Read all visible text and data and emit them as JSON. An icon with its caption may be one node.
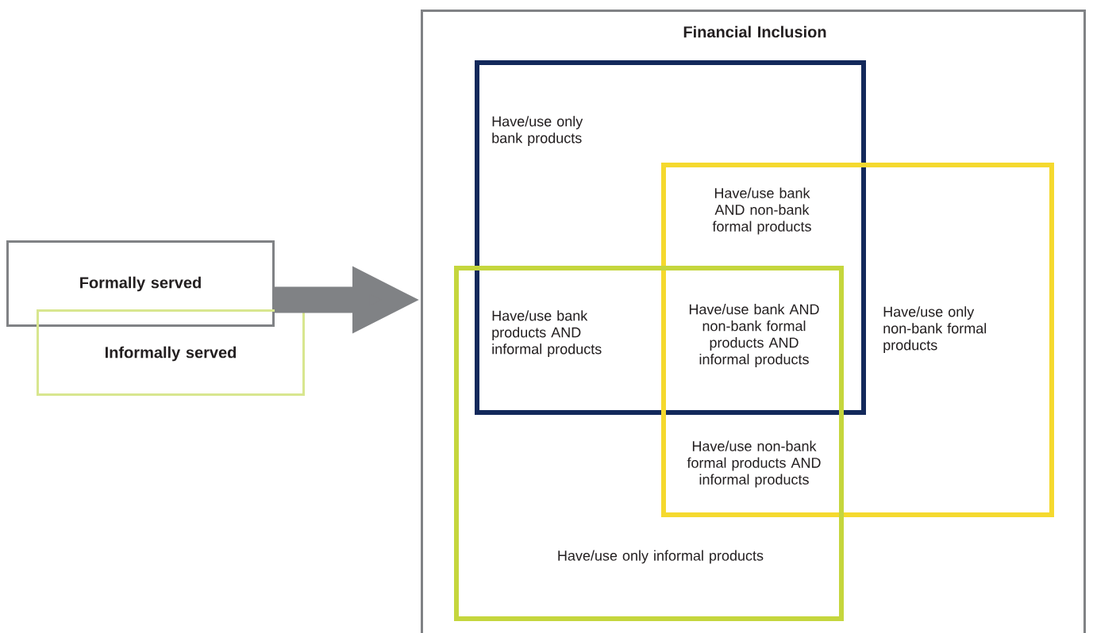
{
  "diagram": {
    "nodes": [
      {
        "text": [
          "Formally served"
        ]
      },
      {
        "text": [
          "Informally served"
        ]
      },
      {
        "text": [
          "Financial Inclusion"
        ]
      },
      {
        "text": [
          "Have/use only bank products"
        ],
        "in": 2
      },
      {
        "text": [
          "Have/use only non-bank formal products"
        ],
        "in": 2
      },
      {
        "text": [
          "Have/use only informal products"
        ],
        "in": 2
      }
    ],
    "edges": [
      {
        "from": 0,
        "to": 2,
        "arrow": "to"
      }
    ],
    "labels": [
      "Have/use bank AND non-bank formal products",
      "Have/use bank products AND informal products",
      "Have/use bank AND non-bank formal products AND informal products",
      "Have/use non-bank formal products AND informal products"
    ]
  }
}
